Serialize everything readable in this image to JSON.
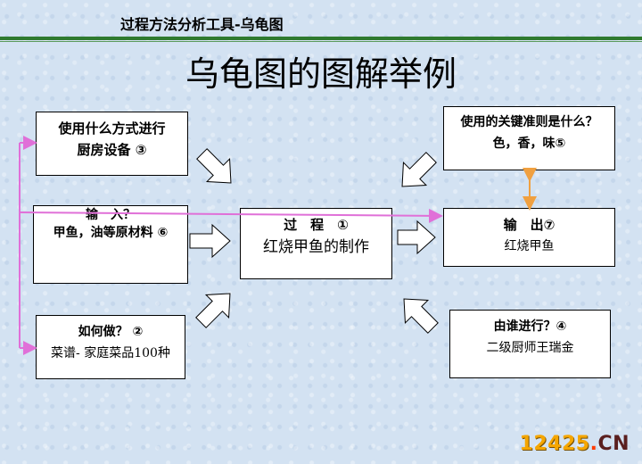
{
  "header": {
    "title": "过程方法分析工具-乌龟图"
  },
  "main_title": "乌龟图的图解举例",
  "boxes": {
    "equipment": {
      "line1": "使用什么方式进行",
      "line2": "厨房设备 ③"
    },
    "input": {
      "line1": "输　入？",
      "line2": "甲鱼，油等原材料 ⑥"
    },
    "method": {
      "line1": "如何做？ ②",
      "line2": "菜谱- 家庭菜品100种"
    },
    "process": {
      "line1": "过　程　①",
      "line2": "红烧甲鱼的制作"
    },
    "criteria": {
      "line1": "使用的关键准则是什么？",
      "line2": "色，香，味⑤"
    },
    "output": {
      "line1": "输　出⑦",
      "line2": "红烧甲鱼"
    },
    "who": {
      "line1": "由谁进行？④",
      "line2": "二级厨师王瑞金"
    }
  },
  "colors": {
    "connector": "#e070d8",
    "link": "#f0a040",
    "header_rule": "#2f7a2f"
  },
  "watermark": {
    "number": "12425",
    "dot": ".",
    "suffix": "CN"
  }
}
